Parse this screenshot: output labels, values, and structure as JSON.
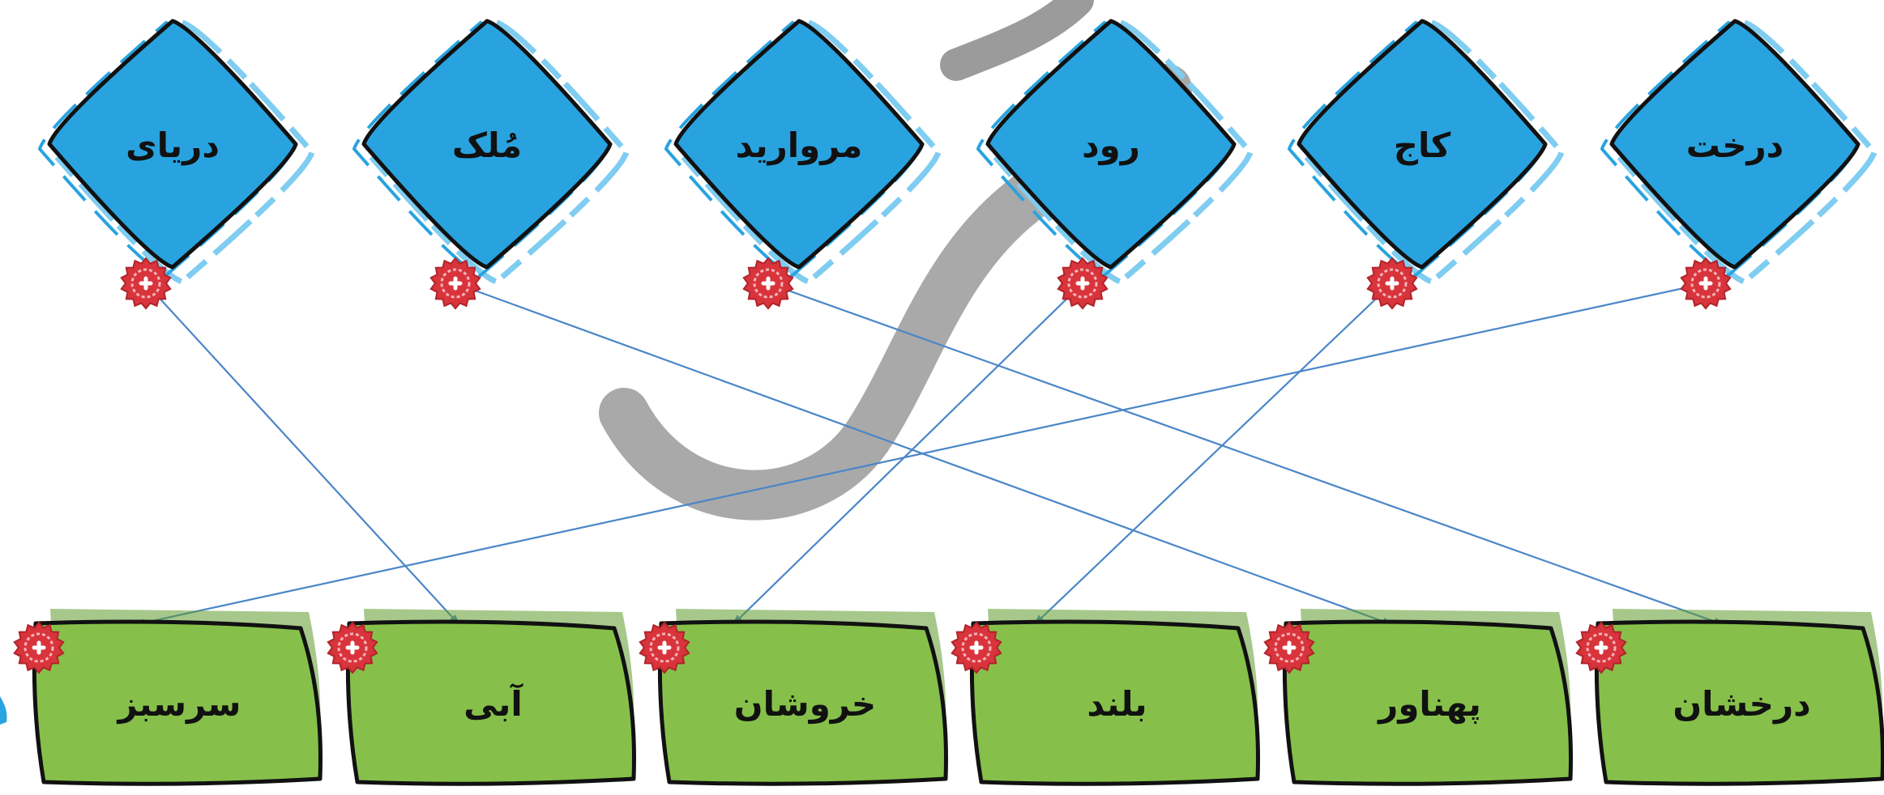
{
  "colors": {
    "diamond_fill": "#29a3df",
    "diamond_halo": "#7fcdf0",
    "card_fill": "#86c04a",
    "card_shadow": "#5f9a2b",
    "outline": "#111111",
    "badge": "#d9343c",
    "connector": "#4a86c8",
    "watermark": "#9a9a9a"
  },
  "top_row": [
    {
      "label": "دریای",
      "icon": "star-badge-icon"
    },
    {
      "label": "مُلک",
      "icon": "star-badge-icon"
    },
    {
      "label": "مروارید",
      "icon": "star-badge-icon"
    },
    {
      "label": "رود",
      "icon": "star-badge-icon"
    },
    {
      "label": "کاج",
      "icon": "star-badge-icon"
    },
    {
      "label": "درخت",
      "icon": "star-badge-icon"
    }
  ],
  "bottom_row": [
    {
      "label": "سرسبز",
      "icon": "star-badge-icon"
    },
    {
      "label": "آبی",
      "icon": "star-badge-icon"
    },
    {
      "label": "خروشان",
      "icon": "star-badge-icon"
    },
    {
      "label": "بلند",
      "icon": "star-badge-icon"
    },
    {
      "label": "پهناور",
      "icon": "star-badge-icon"
    },
    {
      "label": "درخشان",
      "icon": "star-badge-icon"
    }
  ],
  "connections": [
    {
      "from": "دریای",
      "to": "آبی"
    },
    {
      "from": "مُلک",
      "to": "پهناور"
    },
    {
      "from": "مروارید",
      "to": "درخشان"
    },
    {
      "from": "رود",
      "to": "خروشان"
    },
    {
      "from": "کاج",
      "to": "بلند"
    },
    {
      "from": "درخت",
      "to": "سرسبز"
    }
  ]
}
